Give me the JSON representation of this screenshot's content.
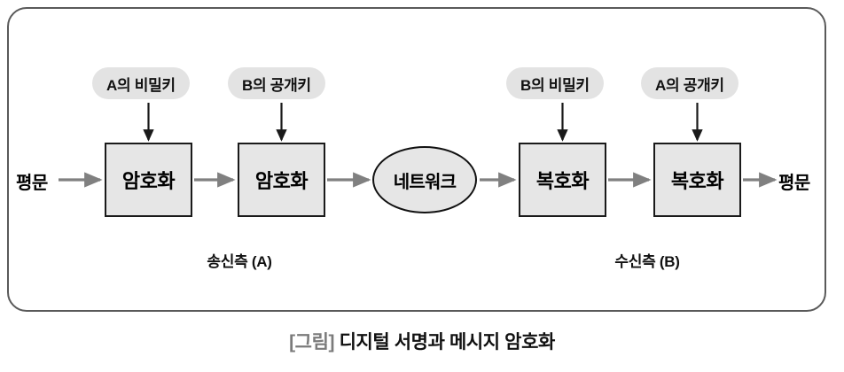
{
  "diagram": {
    "type": "flow",
    "frame": {
      "border_color": "#5a5a5a",
      "background": "#ffffff"
    },
    "colors": {
      "box_fill": "#e6e6e6",
      "box_stroke": "#1a1a1a",
      "pill_fill": "#e3e3e3",
      "flow_arrow": "#808080",
      "key_arrow": "#1a1a1a",
      "caption_tag": "#7b7b7b",
      "caption_title": "#111111"
    },
    "input_label": "평문",
    "output_label": "평문",
    "nodes": [
      {
        "id": "encrypt1",
        "label": "암호화",
        "shape": "rect"
      },
      {
        "id": "encrypt2",
        "label": "암호화",
        "shape": "rect"
      },
      {
        "id": "network",
        "label": "네트워크",
        "shape": "ellipse"
      },
      {
        "id": "decrypt1",
        "label": "복호화",
        "shape": "rect"
      },
      {
        "id": "decrypt2",
        "label": "복호화",
        "shape": "rect"
      }
    ],
    "keys": [
      {
        "id": "key-a-private",
        "label": "A의 비밀키",
        "target": "encrypt1"
      },
      {
        "id": "key-b-public",
        "label": "B의 공개키",
        "target": "encrypt2"
      },
      {
        "id": "key-b-private",
        "label": "B의 비밀키",
        "target": "decrypt1"
      },
      {
        "id": "key-a-public",
        "label": "A의 공개키",
        "target": "decrypt2"
      }
    ],
    "groups": [
      {
        "id": "sender",
        "label": "송신측 (A)"
      },
      {
        "id": "receiver",
        "label": "수신측 (B)"
      }
    ]
  },
  "caption": {
    "tag": "[그림]",
    "title": "디지털 서명과 메시지 암호화"
  }
}
